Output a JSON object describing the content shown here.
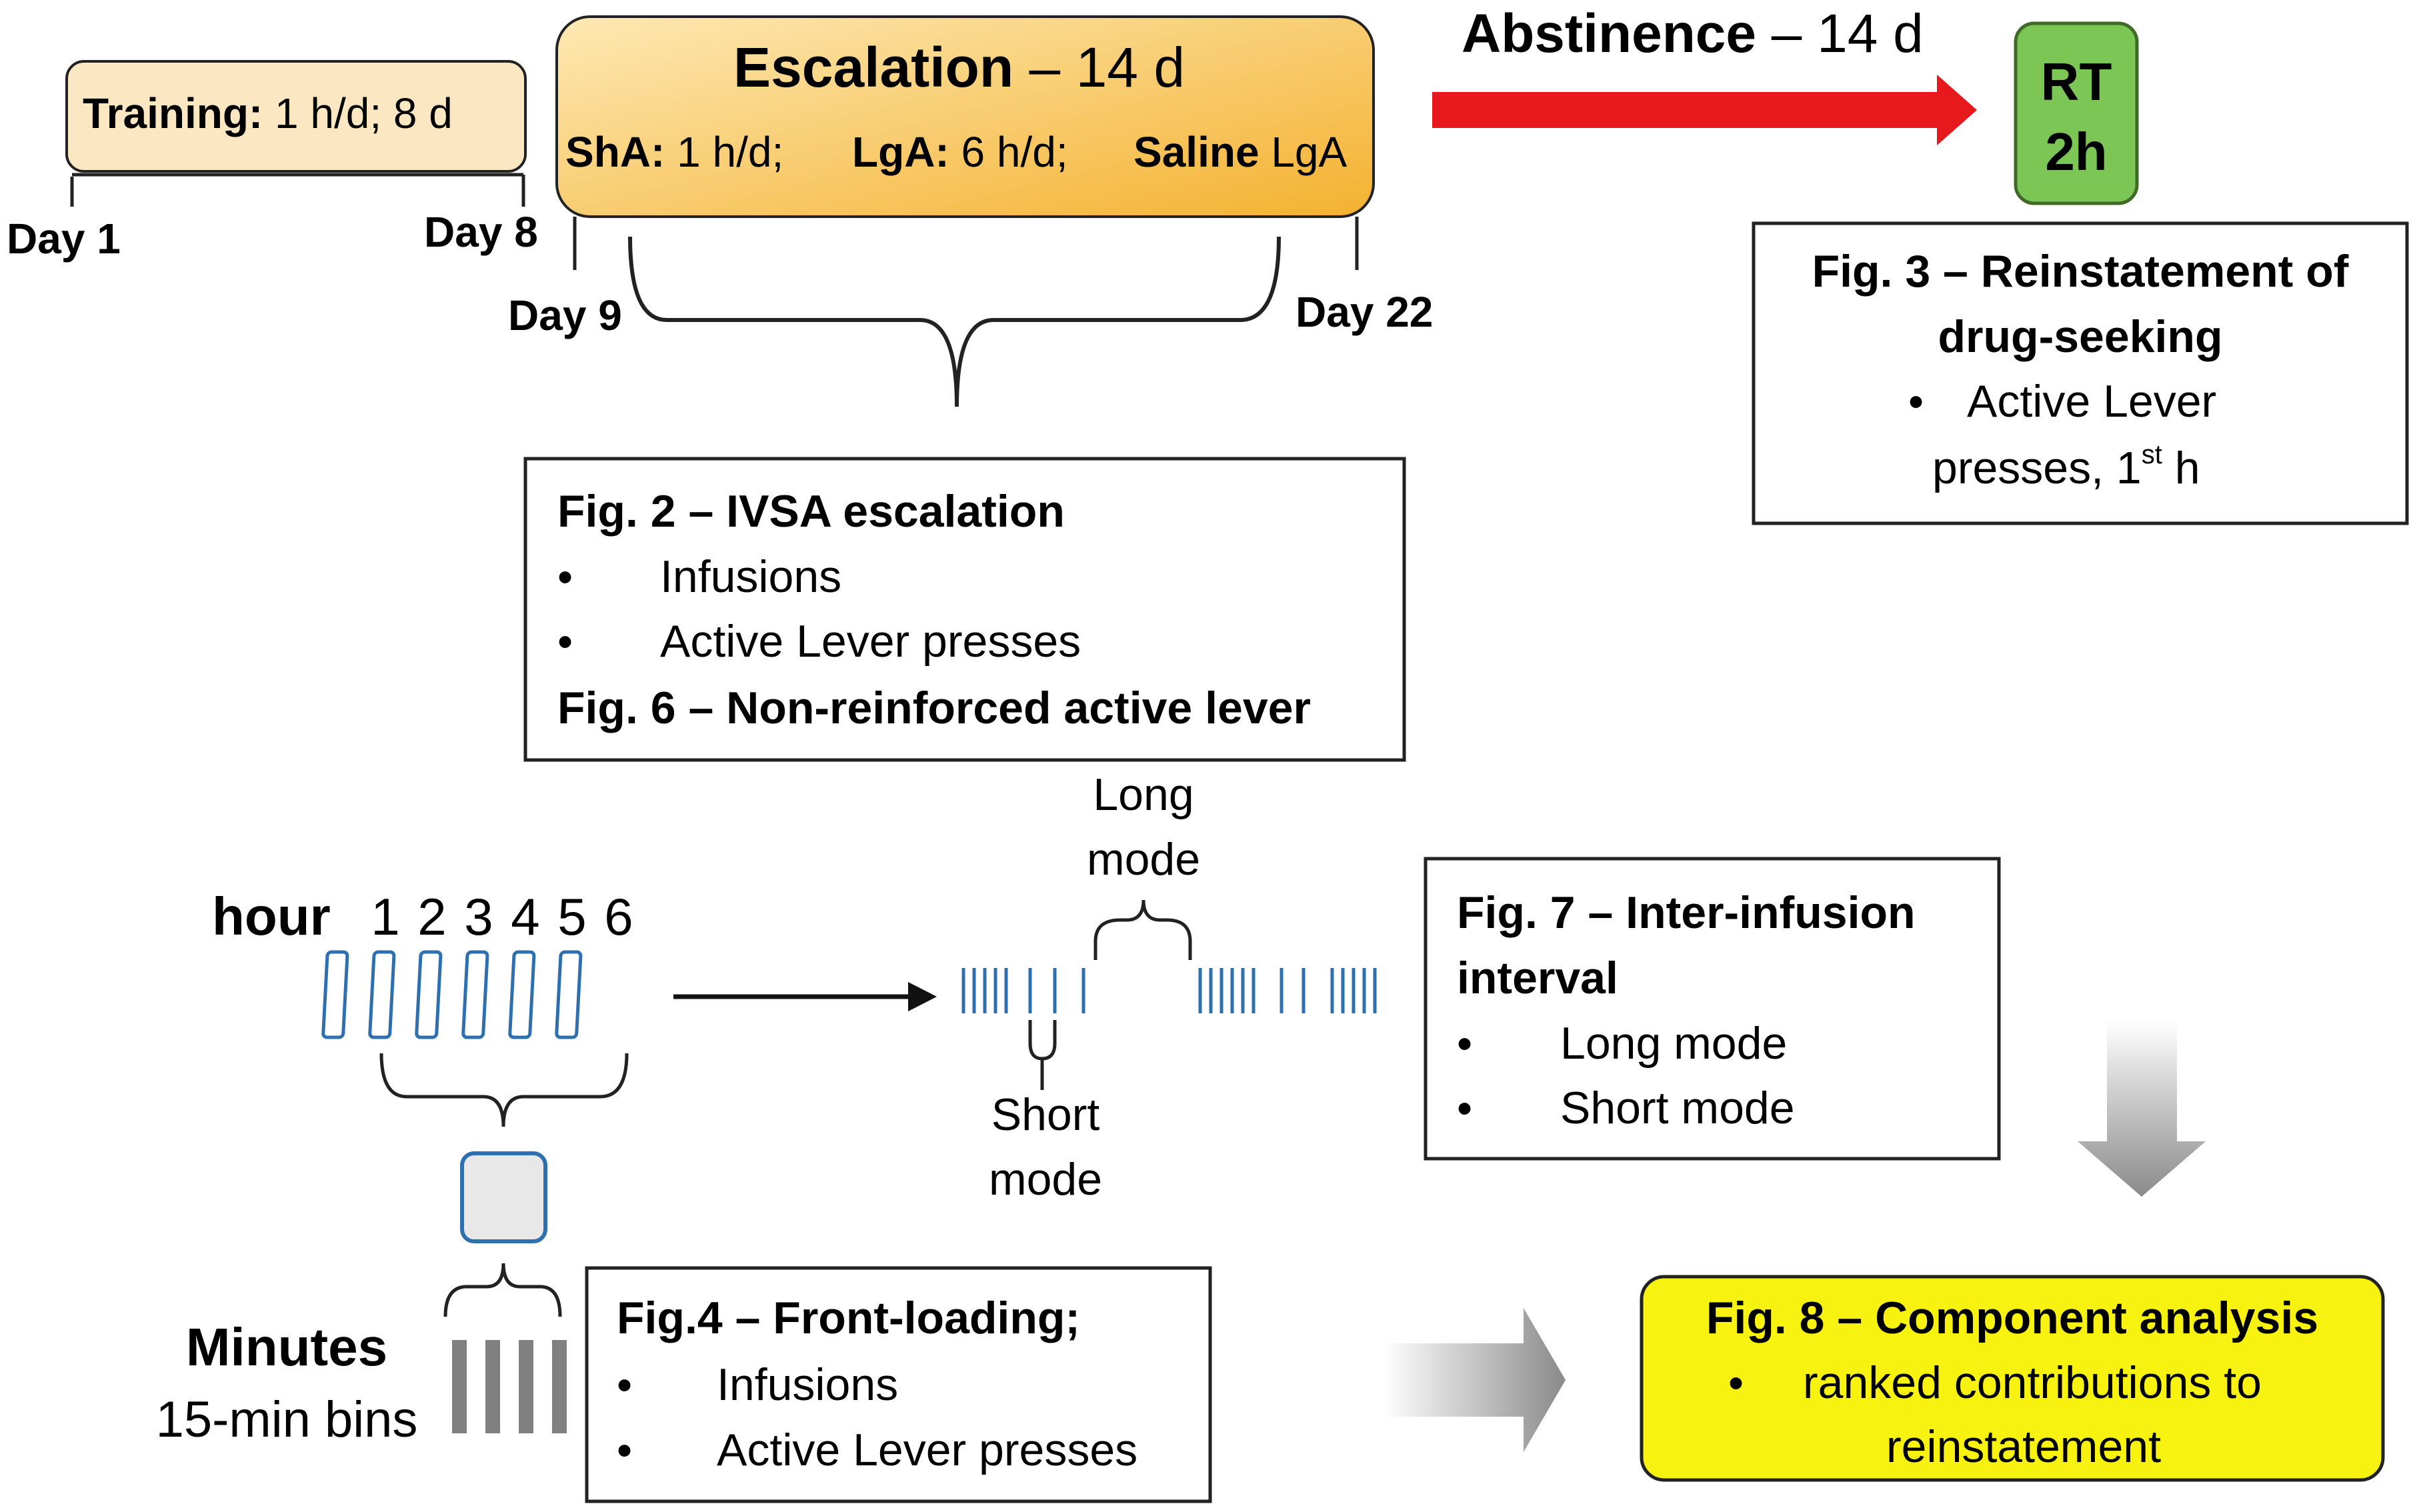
{
  "training": {
    "bold": "Training:",
    "rest": " 1 h/d; 8 d"
  },
  "day_labels": {
    "day1": "Day 1",
    "day8": "Day 8",
    "day9": "Day 9",
    "day22": "Day 22"
  },
  "escalation": {
    "title_bold": "Escalation",
    "title_rest": " – 14 d",
    "sha_bold": "ShA:",
    "sha_rest": " 1 h/d;",
    "lga_bold": "LgA:",
    "lga_rest": " 6 h/d;",
    "saline_bold": "Saline",
    "saline_rest": " LgA"
  },
  "abstinence": {
    "bold": "Abstinence",
    "rest": " – 14 d"
  },
  "rt": {
    "line1": "RT",
    "line2": "2h"
  },
  "fig3": {
    "title_line1": "Fig. 3 – Reinstatement of",
    "title_line2": "drug-seeking",
    "bullet": "•",
    "item_line1": "Active Lever",
    "item_line2_pre": "presses, 1",
    "item_line2_sup": "st",
    "item_line2_post": " h"
  },
  "fig2": {
    "title": "Fig. 2 – IVSA escalation",
    "items": [
      "Infusions",
      "Active Lever presses"
    ],
    "bullet": "•",
    "fig6_title": "Fig. 6 – Non-reinforced active lever"
  },
  "hours": {
    "label": "hour",
    "numbers": [
      "1",
      "2",
      "3",
      "4",
      "5",
      "6"
    ]
  },
  "modes": {
    "long_line1": "Long",
    "long_line2": "mode",
    "short_line1": "Short",
    "short_line2": "mode"
  },
  "fig7": {
    "title_line1": "Fig. 7 – Inter-infusion",
    "title_line2": "interval",
    "bullet": "•",
    "items": [
      "Long mode",
      "Short mode"
    ]
  },
  "minutes": {
    "label": "Minutes",
    "sub": "15-min bins"
  },
  "fig4": {
    "title": "Fig.4 – Front-loading;",
    "bullet": "•",
    "items": [
      "Infusions",
      "Active Lever presses"
    ]
  },
  "fig8": {
    "title": "Fig. 8 – Component analysis",
    "bullet": "•",
    "item_line1": "ranked contributions to",
    "item_line2": "reinstatement"
  },
  "colors": {
    "training_fill": "#fbe8c2",
    "escalation_fill_top": "#fde6a8",
    "escalation_fill_bottom": "#f5b63a",
    "red_arrow": "#e8191c",
    "rt_fill": "#7cc655",
    "rt_stroke": "#4b7a2e",
    "fig8_fill": "#f7f20f",
    "blue": "#2e6fb0",
    "gray_arrow": "#8c8c8c"
  }
}
